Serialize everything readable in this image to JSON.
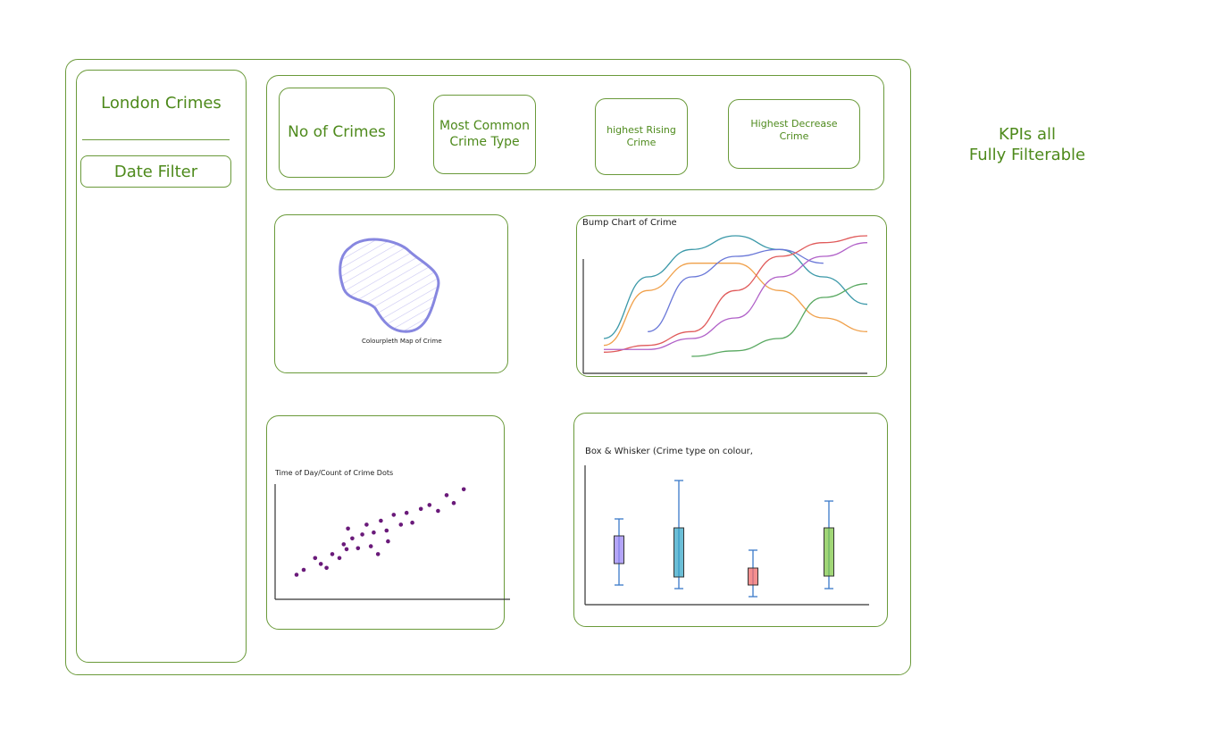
{
  "sidebar": {
    "title": "London Crimes",
    "date_filter_label": "Date Filter"
  },
  "kpis": [
    {
      "label": "No of Crimes"
    },
    {
      "label": "Most Common\nCrime Type"
    },
    {
      "label": "highest Rising\nCrime"
    },
    {
      "label": "Highest Decrease\nCrime"
    }
  ],
  "annotation": {
    "text": "KPIs all\nFully Filterable"
  },
  "map": {
    "caption": "Colourpleth Map of Crime",
    "fill_color": "#e5e4ff",
    "stroke_color": "#8787e0"
  },
  "colors": {
    "frame": "#6a9a3a",
    "label_green": "#4e8a1c"
  },
  "chart_data": [
    {
      "type": "line",
      "title": "Bump Chart of Crime",
      "x": [
        0,
        1,
        2,
        3,
        4,
        5,
        6
      ],
      "series": [
        {
          "color": "#3a98a8",
          "values": [
            1.5,
            6,
            8,
            9,
            8,
            6,
            4
          ]
        },
        {
          "color": "#f0a04a",
          "values": [
            1,
            5,
            7,
            7,
            5,
            3,
            2
          ]
        },
        {
          "color": "#6a78d8",
          "values": [
            null,
            2,
            6,
            7.5,
            8,
            7,
            null
          ]
        },
        {
          "color": "#e05a5a",
          "values": [
            0.5,
            1,
            2,
            5,
            7.5,
            8.5,
            9
          ]
        },
        {
          "color": "#b060c8",
          "values": [
            0.7,
            0.7,
            1.5,
            3,
            6,
            7.5,
            8.5
          ]
        },
        {
          "color": "#58a860",
          "values": [
            null,
            null,
            0.2,
            0.6,
            1.5,
            4.5,
            5.5
          ]
        }
      ]
    },
    {
      "type": "scatter",
      "title": "Time of Day/Count of Crime Dots",
      "points": [
        [
          1.5,
          2.5
        ],
        [
          2,
          3
        ],
        [
          2.8,
          4.2
        ],
        [
          3.2,
          3.6
        ],
        [
          3.6,
          3.2
        ],
        [
          4,
          4.6
        ],
        [
          4.5,
          4.2
        ],
        [
          4.8,
          5.6
        ],
        [
          5.1,
          7.2
        ],
        [
          5.4,
          6.2
        ],
        [
          5.8,
          5.2
        ],
        [
          6.1,
          6.6
        ],
        [
          6.4,
          7.6
        ],
        [
          6.9,
          6.8
        ],
        [
          7.2,
          4.6
        ],
        [
          7.4,
          8
        ],
        [
          7.8,
          7
        ],
        [
          8.3,
          8.6
        ],
        [
          8.8,
          7.6
        ],
        [
          9.2,
          8.8
        ],
        [
          9.6,
          7.8
        ],
        [
          10.2,
          9.2
        ],
        [
          10.8,
          9.6
        ],
        [
          11.4,
          9
        ],
        [
          12,
          10.6
        ],
        [
          12.5,
          9.8
        ],
        [
          13.2,
          11.2
        ],
        [
          5,
          5.1
        ],
        [
          6.7,
          5.4
        ],
        [
          7.9,
          5.9
        ]
      ]
    },
    {
      "type": "box",
      "title": "Box & Whisker (Crime type on colour,",
      "boxes": [
        {
          "color": "#9b87f5",
          "min": 2.2,
          "q1": 4.6,
          "q3": 7.7,
          "max": 9.6
        },
        {
          "color": "#3aa8c8",
          "min": 1.8,
          "q1": 3.1,
          "q3": 8.6,
          "max": 13.9
        },
        {
          "color": "#f06a6a",
          "min": 0.9,
          "q1": 2.2,
          "q3": 4.1,
          "max": 6.1
        },
        {
          "color": "#82c84a",
          "min": 1.8,
          "q1": 3.2,
          "q3": 8.6,
          "max": 11.6
        }
      ]
    }
  ]
}
